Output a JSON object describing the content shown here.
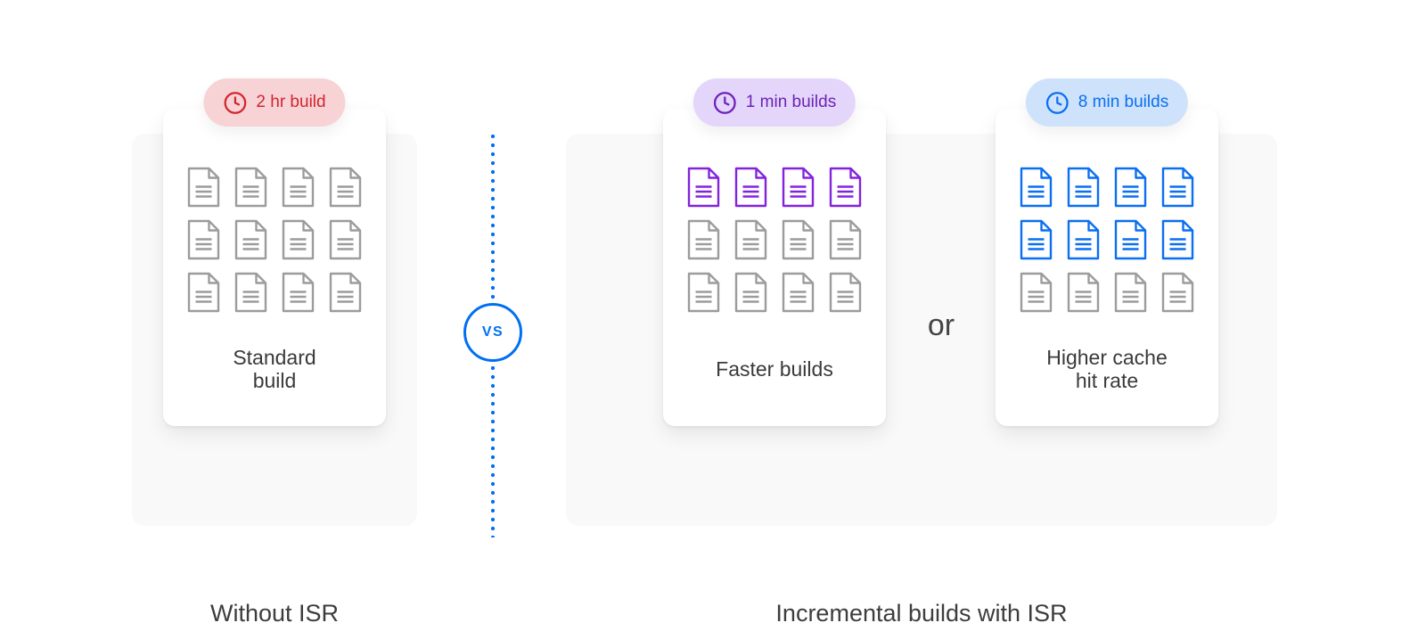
{
  "colors": {
    "accent": "#0070f3",
    "panel_bg": "#f9f9f9",
    "card_bg": "#ffffff",
    "badge": {
      "red": {
        "bg": "#f7d3d6",
        "fg": "#d2262e"
      },
      "purple": {
        "bg": "#e4d6fa",
        "fg": "#6d21b8"
      },
      "blue": {
        "bg": "#cee3fb",
        "fg": "#0a6ff1"
      }
    },
    "doc": {
      "gray": "#9c9c9c",
      "purple": "#8324dd",
      "blue": "#0a6ff1"
    },
    "text_dark": "#3a3a3a"
  },
  "divider": {
    "vs_label": "VS"
  },
  "left_panel": {
    "label": "Without ISR"
  },
  "right_panel": {
    "label": "Incremental builds with ISR",
    "or_label": "or"
  },
  "cards": [
    {
      "id": "standard-build",
      "badge": "2 hr build",
      "badge_theme": "red",
      "badge_icon": "clock-icon",
      "label_lines": [
        "Standard",
        "build"
      ],
      "doc_rows": [
        "gray",
        "gray",
        "gray"
      ],
      "docs_per_row": 4
    },
    {
      "id": "faster-builds",
      "badge": "1 min builds",
      "badge_theme": "purple",
      "badge_icon": "clock-icon",
      "label_lines": [
        "Faster builds"
      ],
      "doc_rows": [
        "purple",
        "gray",
        "gray"
      ],
      "docs_per_row": 4
    },
    {
      "id": "higher-cache-hit-rate",
      "badge": "8 min builds",
      "badge_theme": "blue",
      "badge_icon": "clock-icon",
      "label_lines": [
        "Higher cache",
        "hit rate"
      ],
      "doc_rows": [
        "blue",
        "blue",
        "gray"
      ],
      "docs_per_row": 4
    }
  ]
}
